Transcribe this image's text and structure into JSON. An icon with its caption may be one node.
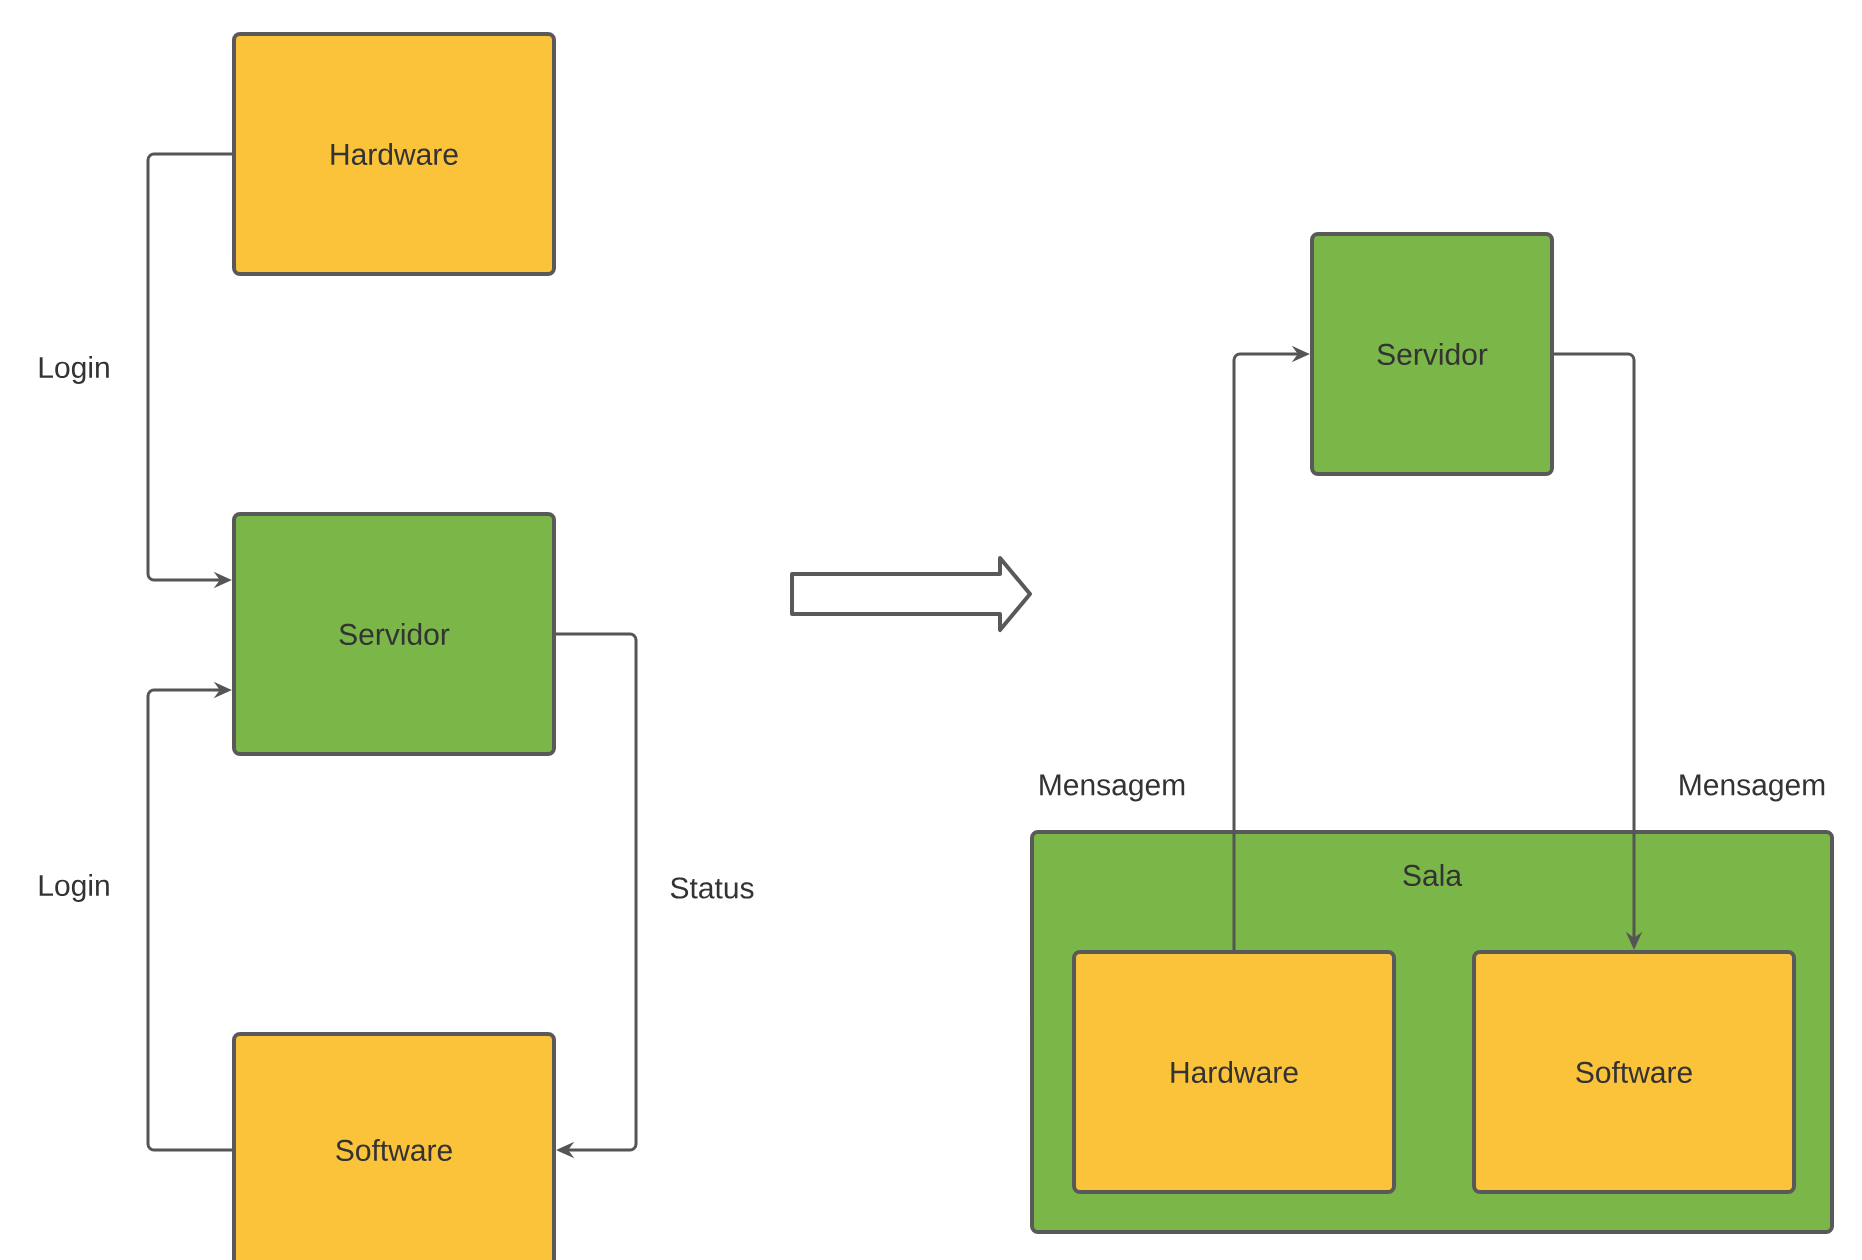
{
  "diagram": {
    "nodes": [
      {
        "text": [
          "Hardware"
        ]
      },
      {
        "text": [
          "Servidor"
        ]
      },
      {
        "text": [
          "Software"
        ]
      },
      {
        "text": [
          "Servidor"
        ]
      },
      {
        "text": [
          "Sala"
        ]
      },
      {
        "text": [
          "Hardware"
        ],
        "in": 4
      },
      {
        "text": [
          "Software"
        ],
        "in": 4
      }
    ],
    "edges": [
      {
        "from": 0,
        "to": 1,
        "arrow": "to",
        "label": "Login"
      },
      {
        "from": 2,
        "to": 1,
        "arrow": "to",
        "label": "Login"
      },
      {
        "from": 1,
        "to": 2,
        "arrow": "to",
        "label": "Status"
      },
      {
        "from": 5,
        "to": 3,
        "arrow": "to",
        "label": "Mensagem"
      },
      {
        "from": 3,
        "to": 6,
        "arrow": "to",
        "label": "Mensagem"
      }
    ]
  }
}
